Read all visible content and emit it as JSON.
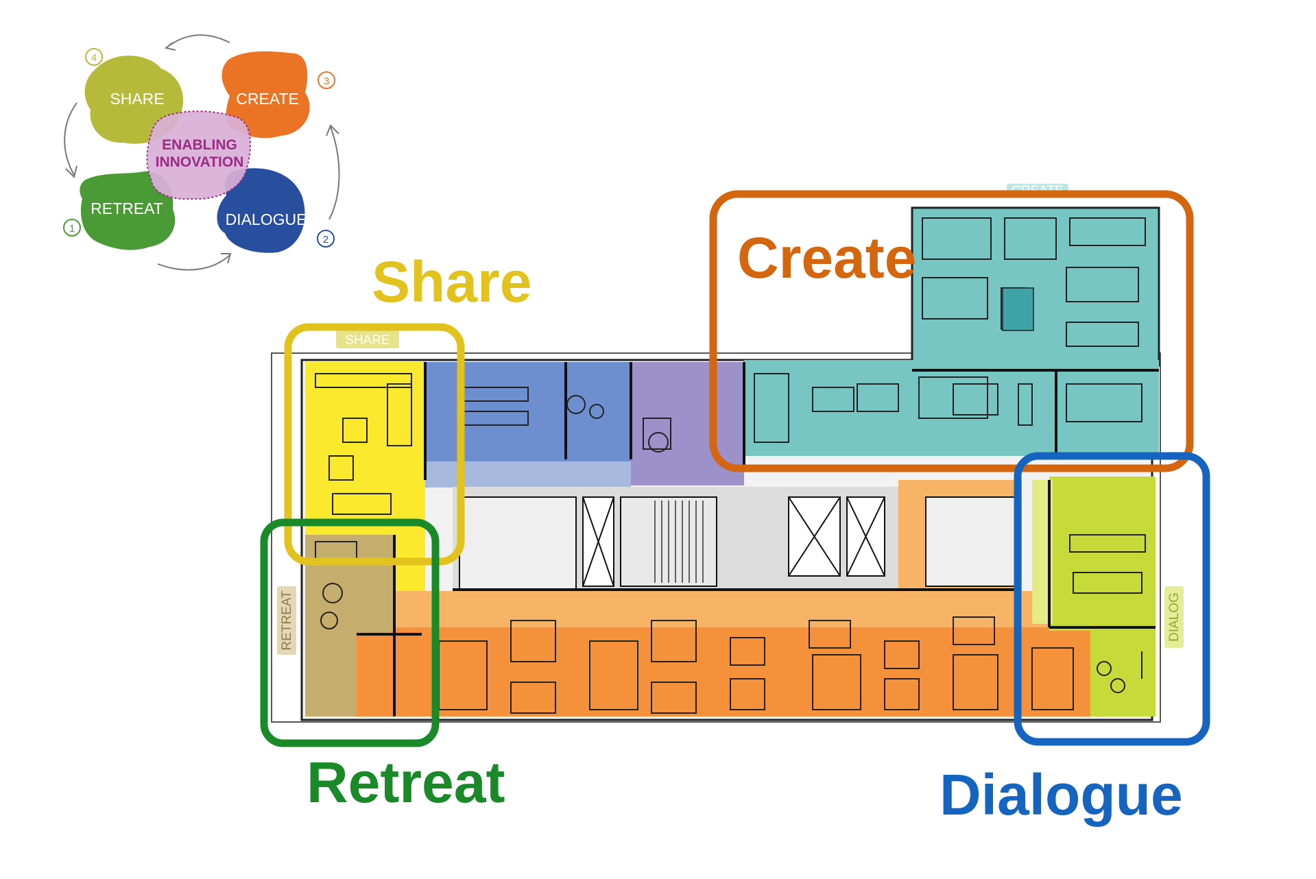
{
  "cycle": {
    "center": "ENABLING INNOVATION",
    "center_lines": [
      "ENABLING",
      "INNOVATION"
    ],
    "steps": [
      {
        "key": "share",
        "label": "SHARE",
        "number": "4",
        "color": "#b6ba3b"
      },
      {
        "key": "create",
        "label": "CREATE",
        "number": "3",
        "color": "#ea7424"
      },
      {
        "key": "dialogue",
        "label": "DIALOGUE",
        "number": "2",
        "color": "#284f9e"
      },
      {
        "key": "retreat",
        "label": "RETREAT",
        "number": "1",
        "color": "#4a9a36"
      }
    ],
    "center_color": "#9c2a86"
  },
  "headings": {
    "share": "Share",
    "create": "Create",
    "retreat": "Retreat",
    "dialogue": "Dialogue"
  },
  "plan_tags": {
    "share": "SHARE",
    "create": "CREATE",
    "retreat": "RETREAT",
    "dialog": "DIALOG"
  },
  "colors": {
    "share": "#e2c21d",
    "create": "#d4660f",
    "retreat": "#1a8a28",
    "dialogue": "#1565c0",
    "zone_yellow": "#fbe92e",
    "zone_orange": "#f4913a",
    "zone_teal": "#77c6c4",
    "zone_blue": "#6d8fd0",
    "zone_purple": "#9c92c9",
    "zone_olive": "#c5ad6d",
    "zone_lime": "#c6da3a",
    "zone_grey": "#dcdcdc"
  }
}
